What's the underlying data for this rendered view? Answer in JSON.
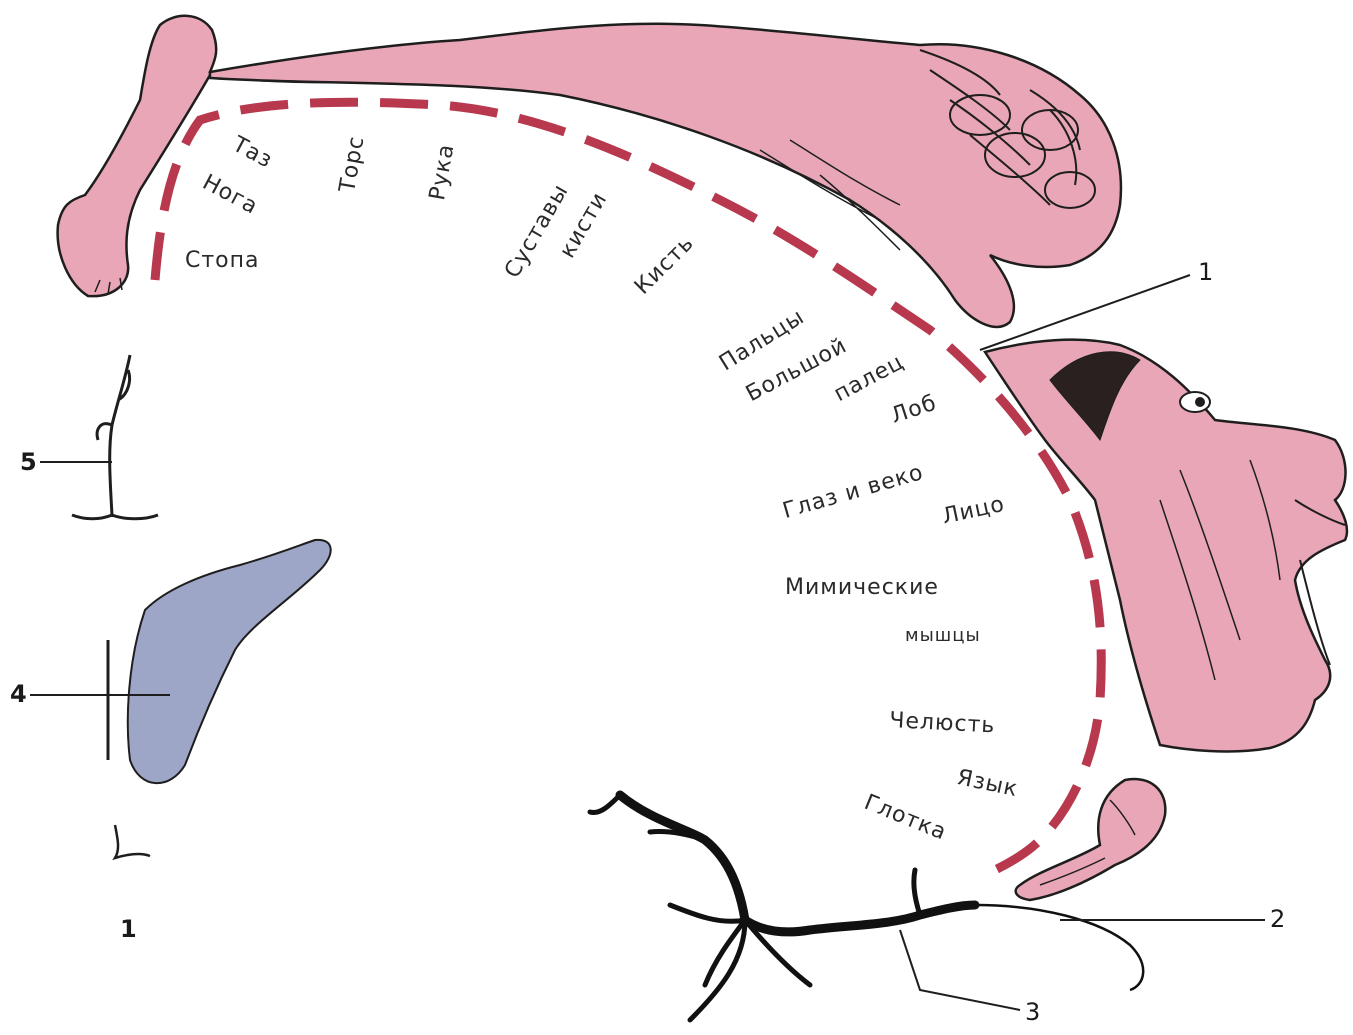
{
  "colors": {
    "body_pink": "#e8a6b6",
    "body_outline": "#1e1e1e",
    "dash": "#b8384e",
    "cortex_blue": "#9ea6c8",
    "nerve": "#111111"
  },
  "labels": {
    "taz": "Таз",
    "noga": "Нога",
    "torso": "Торс",
    "ruka": "Рука",
    "stopa": "Стопа",
    "sustavy": "Суставы",
    "kisti": "кисти",
    "kist": "Кисть",
    "paltsy": "Пальцы",
    "bolshoy": "Большой",
    "palets": "палец",
    "lob": "Лоб",
    "glaz": "Глаз и веко",
    "litso": "Лицо",
    "mimicheskie": "Мимические",
    "myshtsy": "мышцы",
    "chelyust": "Челюсть",
    "yazyk": "Язык",
    "glotka": "Глотка"
  },
  "numbers": {
    "n1_top": "1",
    "n2": "2",
    "n3": "3",
    "n4": "4",
    "n5": "5",
    "n1_bottom": "1"
  },
  "icons": [
    "figure-legs-icon",
    "hand-icon",
    "face-icon",
    "tongue-icon",
    "brain-section-icon",
    "nerve-branch-icon"
  ]
}
